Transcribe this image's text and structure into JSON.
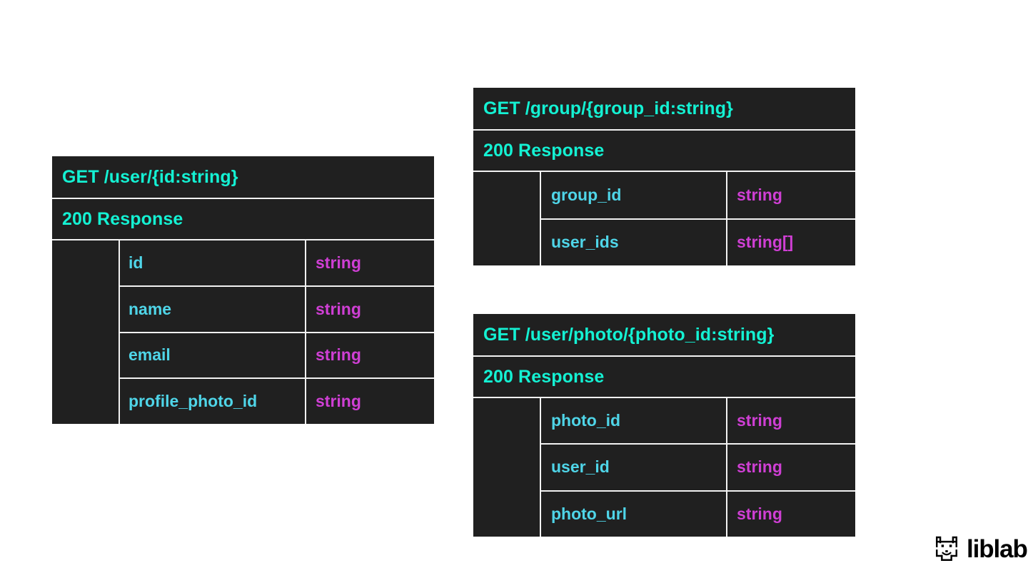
{
  "theme": {
    "page_background": "#ffffff",
    "cell_background": "#202020",
    "grid_line": "#f2f2f2",
    "accent_header": "#14f1d3",
    "accent_field_name": "#4fd5e8",
    "accent_field_type": "#cf3fd4",
    "brand_color": "#000000"
  },
  "tables": [
    {
      "id": "user",
      "method_path": "GET /user/{id:string}",
      "status": "200 Response",
      "fields": [
        {
          "name": "id",
          "type": "string"
        },
        {
          "name": "name",
          "type": "string"
        },
        {
          "name": "email",
          "type": "string"
        },
        {
          "name": "profile_photo_id",
          "type": "string"
        }
      ]
    },
    {
      "id": "group",
      "method_path": "GET /group/{group_id:string}",
      "status": "200 Response",
      "fields": [
        {
          "name": "group_id",
          "type": "string"
        },
        {
          "name": "user_ids",
          "type": "string[]"
        }
      ]
    },
    {
      "id": "photo",
      "method_path": "GET /user/photo/{photo_id:string}",
      "status": "200 Response",
      "fields": [
        {
          "name": "photo_id",
          "type": "string"
        },
        {
          "name": "user_id",
          "type": "string"
        },
        {
          "name": "photo_url",
          "type": "string"
        }
      ]
    }
  ],
  "brand": {
    "name": "liblab",
    "logo_icon": "llama-face-icon"
  }
}
